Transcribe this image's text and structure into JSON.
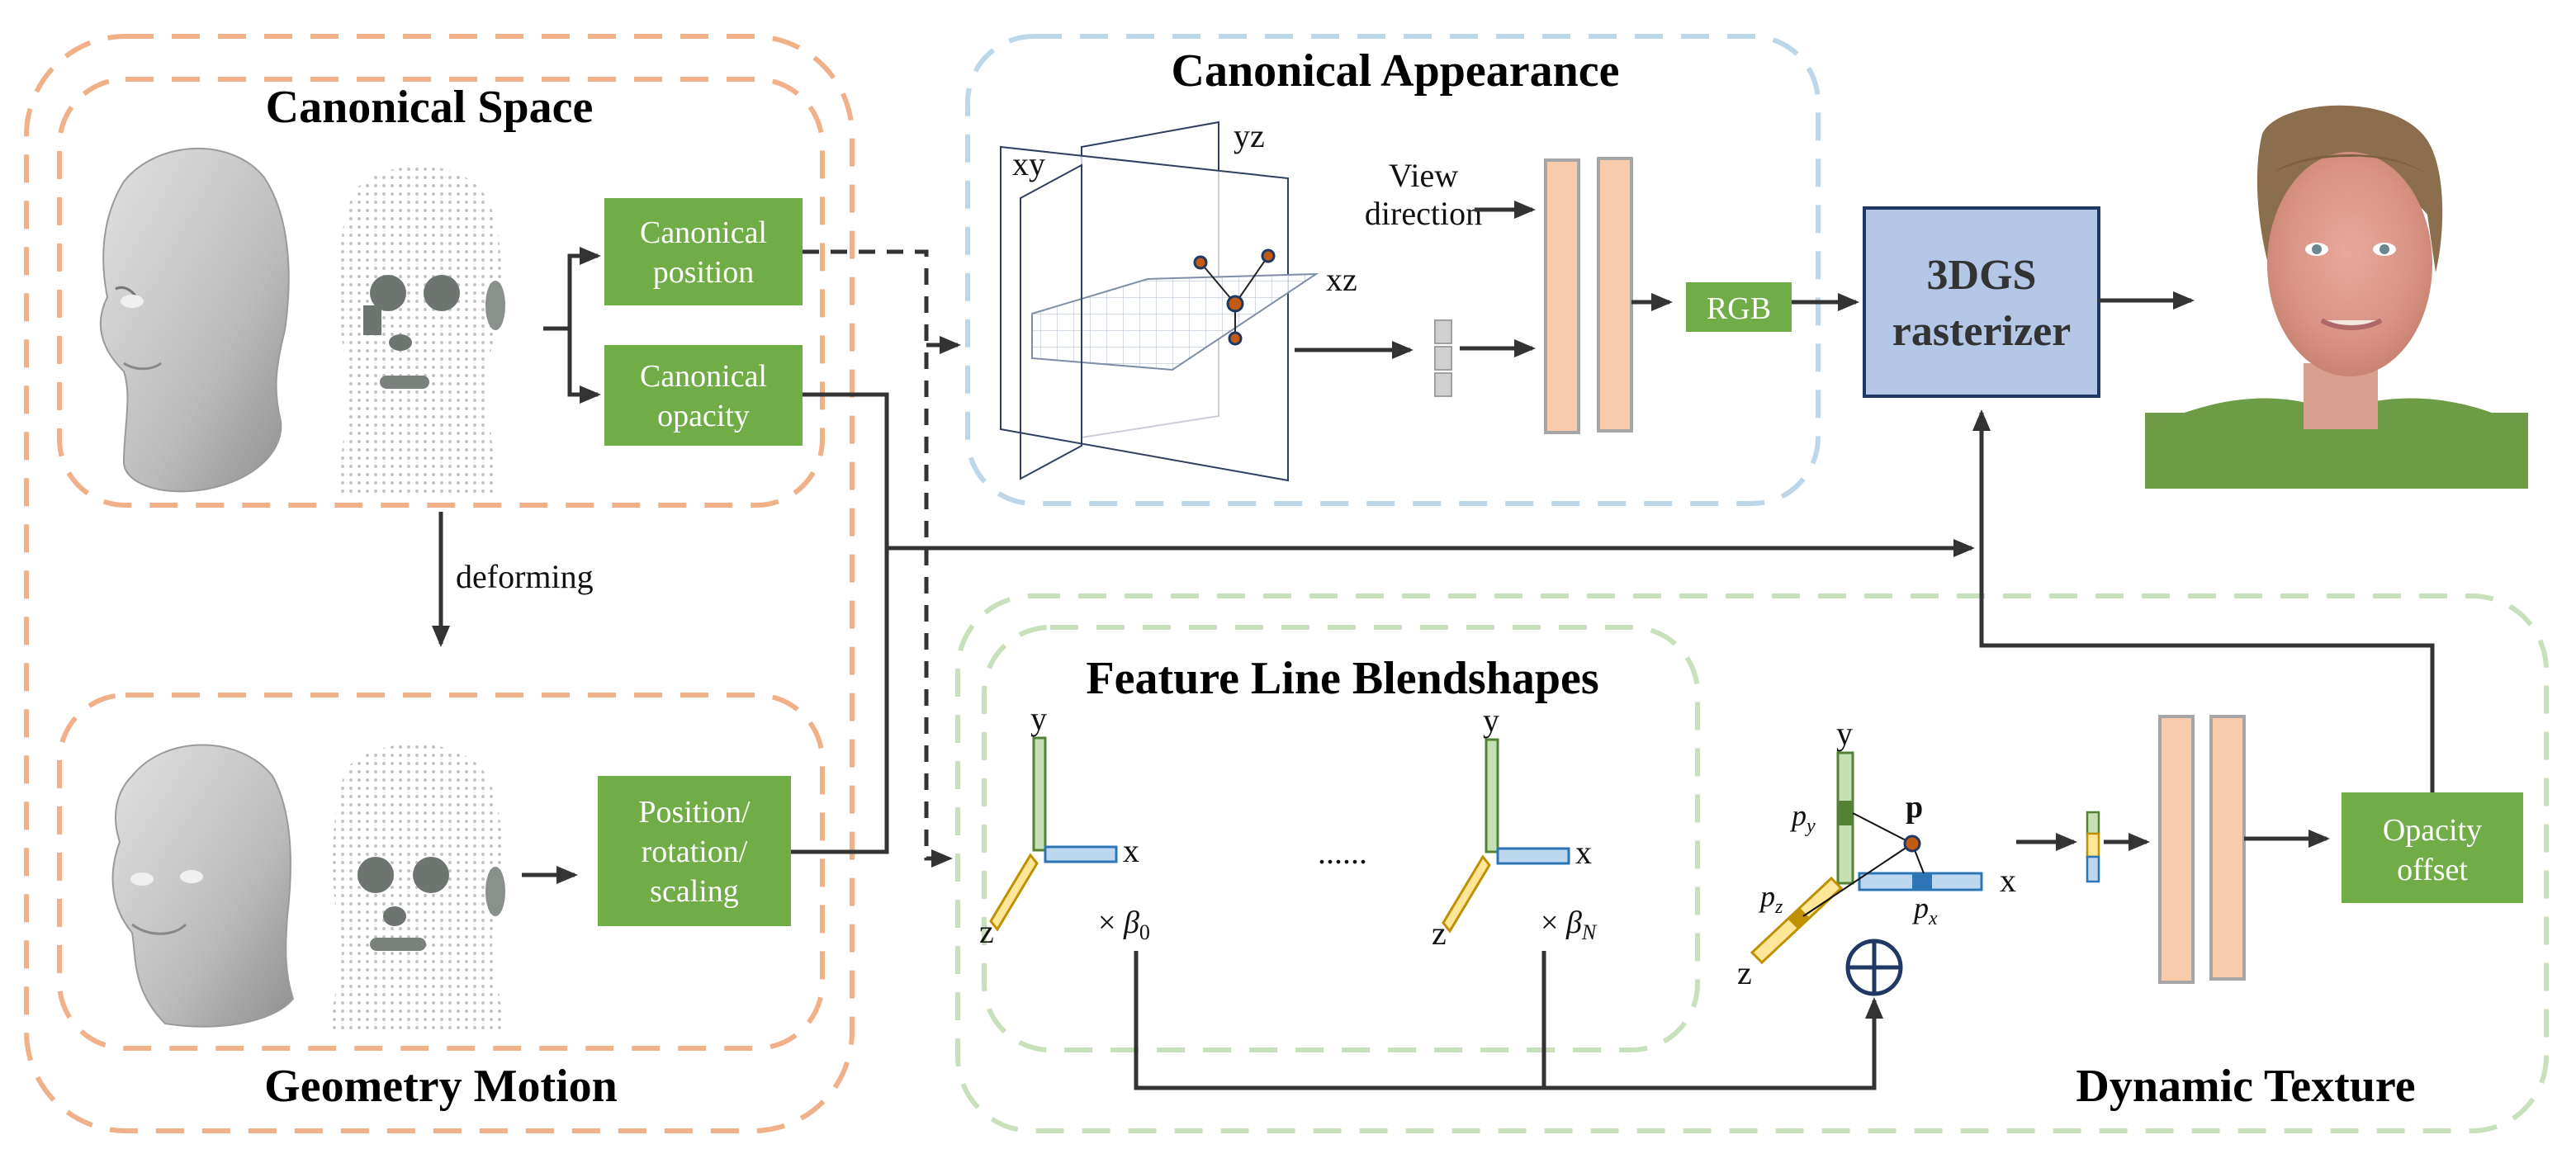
{
  "canonical_space": {
    "title": "Canonical Space",
    "box_position": [
      "Canonical",
      "position"
    ],
    "box_opacity": [
      "Canonical",
      "opacity"
    ]
  },
  "deforming_label": "deforming",
  "geometry_motion": {
    "title": "Geometry Motion",
    "box_prs": [
      "Position/",
      "rotation/",
      "scaling"
    ]
  },
  "canonical_appearance": {
    "title": "Canonical Appearance",
    "plane_labels": {
      "xy": "xy",
      "yz": "yz",
      "xz": "xz"
    },
    "view_direction": [
      "View",
      "direction"
    ],
    "rgb_box": "RGB"
  },
  "rasterizer": {
    "line1": "3DGS",
    "line2": "rasterizer"
  },
  "feature_line_blendshapes": {
    "title": "Feature Line Blendshapes",
    "axis_labels": {
      "x": "x",
      "y": "y",
      "z": "z"
    },
    "ellipsis": "......",
    "weights": [
      {
        "times": "×",
        "symbol": "β",
        "sub": "0"
      },
      {
        "times": "×",
        "symbol": "β",
        "sub": "N"
      }
    ]
  },
  "dynamic_texture": {
    "title": "Dynamic Texture",
    "point_label": "p",
    "proj_labels": [
      {
        "base": "p",
        "sub": "y"
      },
      {
        "base": "p",
        "sub": "z"
      },
      {
        "base": "p",
        "sub": "x"
      }
    ],
    "axis_labels": {
      "x": "x",
      "y": "y",
      "z": "z"
    },
    "sum_symbol": "⊕",
    "opacity_box": [
      "Opacity",
      "offset"
    ]
  },
  "colors": {
    "geometry_frame": "#f0b088",
    "appearance_frame": "#bcd6ea",
    "texture_frame": "#c8e0bc",
    "green_box": "#70ad47",
    "mlp_layer": "#f8cbad",
    "rasterizer_fill": "#b4c7e7",
    "rasterizer_border": "#1f3864",
    "feature_y": "#c5e0b4",
    "feature_x": "#bdd7ee",
    "feature_z": "#ffe699",
    "sample_point": "#c55a11"
  }
}
